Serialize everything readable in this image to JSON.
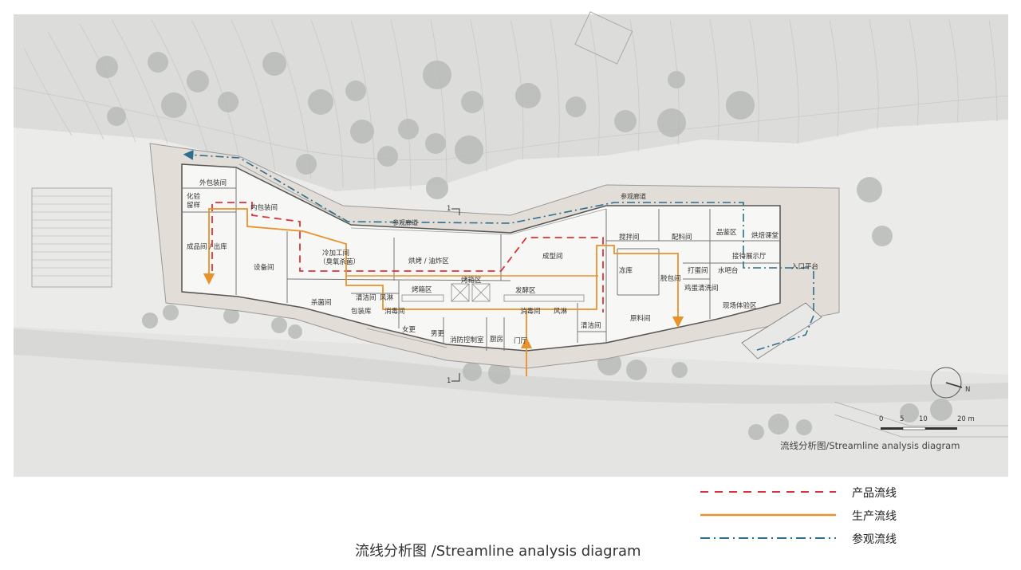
{
  "colors": {
    "product": "#d9343a",
    "production": "#e8922b",
    "visit": "#2e6e8e",
    "tree": "#b8bbb8",
    "building_fill": "#f7f7f5",
    "terrain": "#e4e5e3"
  },
  "rooms": {
    "outer_packing": "外包装间",
    "inspect_1": "化验",
    "inspect_2": "留样",
    "inner_packing": "内包装间",
    "finished_goods": "成品间 / 出库",
    "equipment": "设备间",
    "cooling": "冷加工间",
    "cooling_sub": "（臭氧杀菌）",
    "bake_fry": "烘烤 / 油炸区",
    "forming": "成型间",
    "mixing": "搅拌间",
    "batching": "配料间",
    "tasting": "品鉴区",
    "bakery_class": "烘焙课堂",
    "reception": "接待展示厅",
    "entry_platform": "入口平台",
    "oven_zone": "烤箱区",
    "oven_zone_2": "烤箱区",
    "ferment": "发酵区",
    "freezer": "冻库",
    "unpack": "脱包间",
    "egg_beat": "打蛋间",
    "egg_wash": "鸡蛋清洗间",
    "water_bar": "水吧台",
    "experience": "现场体验区",
    "sterilize": "杀菌间",
    "cleaning_1": "清洁间",
    "air_shower_1": "风淋",
    "packing_store": "包装库",
    "disinfect_1": "消毒间",
    "women_change": "女更",
    "men_change": "男更",
    "fire_control": "消防控制室",
    "kitchen": "厨房",
    "hall": "门厅",
    "disinfect_2": "消毒间",
    "air_shower_2": "风淋",
    "cleaning_2": "清洁间",
    "raw_material": "原料间",
    "visit_corridor_1": "参观廊道",
    "visit_corridor_2": "参观廊道"
  },
  "section_marks": {
    "top": "1",
    "bottom": "1"
  },
  "compass": "N",
  "scale": {
    "t0": "0",
    "t5": "5",
    "t10": "10",
    "t20": "20 m"
  },
  "inner_caption": "流线分析图/Streamline analysis diagram",
  "legend": {
    "product": "产品流线",
    "production": "生产流线",
    "visit": "参观流线"
  },
  "caption": "流线分析图 /Streamline analysis diagram"
}
